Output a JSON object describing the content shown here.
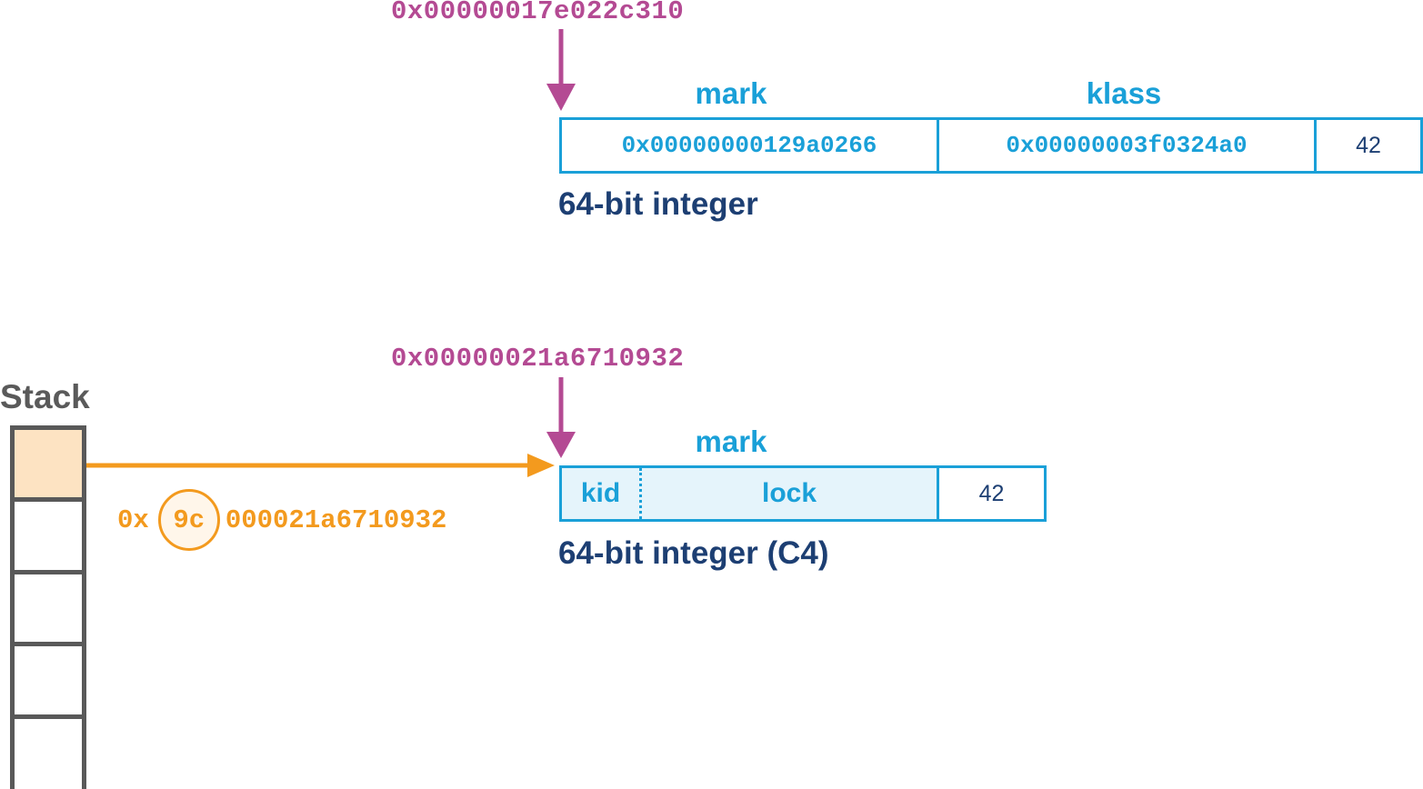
{
  "object1": {
    "address": "0x00000017e022c310",
    "headers": {
      "mark": "mark",
      "klass": "klass"
    },
    "mark_value": "0x00000000129a0266",
    "klass_value": "0x00000003f0324a0",
    "field_value": "42",
    "caption": "64-bit integer"
  },
  "object2": {
    "address": "0x00000021a6710932",
    "header": "mark",
    "kid_label": "kid",
    "lock_label": "lock",
    "field_value": "42",
    "caption": "64-bit integer (C4)"
  },
  "stack": {
    "title": "Stack",
    "pointer_prefix": "0x",
    "pointer_highlight": "9c",
    "pointer_suffix": "000021a6710932"
  },
  "colors": {
    "address": "#b44a93",
    "cell_border": "#1aa0d8",
    "caption": "#1d3f73",
    "pointer": "#f39a1e",
    "stack_highlight": "#fde3c2",
    "mark_fill": "#e5f4fb"
  }
}
